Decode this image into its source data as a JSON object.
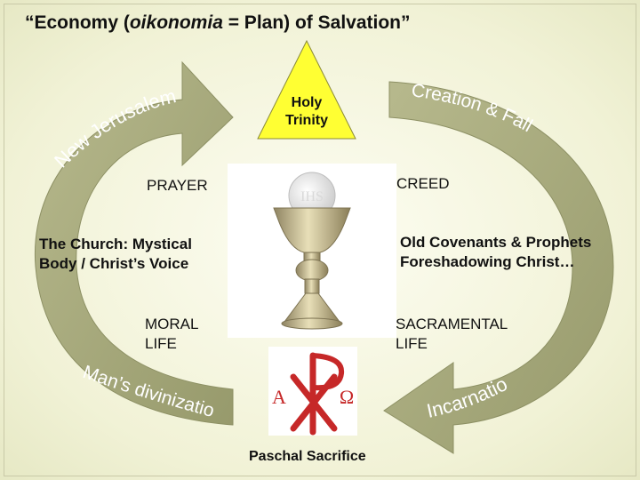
{
  "title": {
    "prefix": "“Economy (",
    "italic": "oikonomia",
    "suffix": " = Plan) of Salvation”"
  },
  "triangle_label": [
    "Holy",
    "Trinity"
  ],
  "arc_labels": {
    "new_jerusalem": "New Jerusalem",
    "creation_fall": "Creation & Fall",
    "mans_divinization": "Man’s divinization",
    "incarnation": "Incarnation"
  },
  "labels": {
    "prayer": "PRAYER",
    "creed": "CREED",
    "church": [
      "The Church: Mystical",
      "Body / Christ’s Voice"
    ],
    "covenants": [
      "Old Covenants & Prophets",
      "Foreshadowing Christ…"
    ],
    "moral": [
      "MORAL",
      "LIFE"
    ],
    "sacramental": [
      "SACRAMENTAL",
      "LIFE"
    ],
    "paschal": "Paschal Sacrifice"
  },
  "host_inscription": "IHS",
  "chirho_letters": {
    "alpha": "Α",
    "omega": "Ω"
  },
  "colors": {
    "arrow": "#a3a67a",
    "triangle": "#ffff33",
    "chirho": "#c62828",
    "background": "#f1f2d6"
  }
}
